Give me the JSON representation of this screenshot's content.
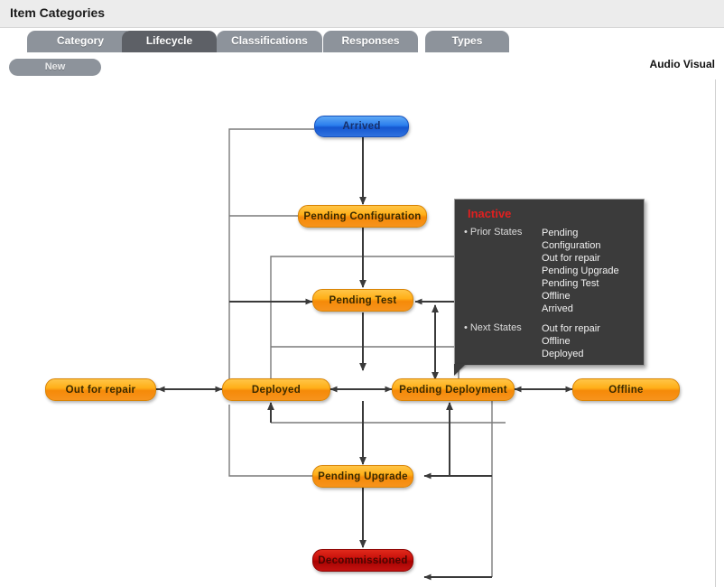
{
  "window": {
    "title": "Item Categories"
  },
  "tabs": [
    {
      "label": "Category",
      "active": false
    },
    {
      "label": "Lifecycle",
      "active": true
    },
    {
      "label": "Classifications",
      "active": false
    },
    {
      "label": "Responses",
      "active": false
    },
    {
      "label": "Types",
      "active": false
    }
  ],
  "toolbar": {
    "new_label": "New",
    "category_label": "Audio Visual"
  },
  "diagram": {
    "nodes": [
      {
        "id": "arrived",
        "label": "Arrived",
        "color": "blue"
      },
      {
        "id": "pending-config",
        "label": "Pending Configuration",
        "color": "orange"
      },
      {
        "id": "pending-test",
        "label": "Pending Test",
        "color": "orange"
      },
      {
        "id": "out-for-repair",
        "label": "Out for repair",
        "color": "orange"
      },
      {
        "id": "deployed",
        "label": "Deployed",
        "color": "orange"
      },
      {
        "id": "pending-deployment",
        "label": "Pending Deployment",
        "color": "orange"
      },
      {
        "id": "offline",
        "label": "Offline",
        "color": "orange"
      },
      {
        "id": "pending-upgrade",
        "label": "Pending Upgrade",
        "color": "orange"
      },
      {
        "id": "decommissioned",
        "label": "Decommissioned",
        "color": "red"
      }
    ]
  },
  "tooltip": {
    "title": "Inactive",
    "prior_states_label": "Prior States",
    "prior_states": "Pending Configuration\nOut for repair\nPending Upgrade\nPending Test\nOffline\nArrived",
    "next_states_label": "Next States",
    "next_states": "Out for repair\nOffline\nDeployed"
  },
  "colors": {
    "tab_inactive": "#8d939b",
    "tab_active": "#5d6066",
    "node_orange": "#f7931c",
    "node_blue": "#2a7ded",
    "node_red": "#c60d08",
    "tooltip_bg": "#3b3b3b",
    "tooltip_title": "#e02020",
    "connector": "#7a7a7a",
    "arrow": "#3a3a3a"
  }
}
